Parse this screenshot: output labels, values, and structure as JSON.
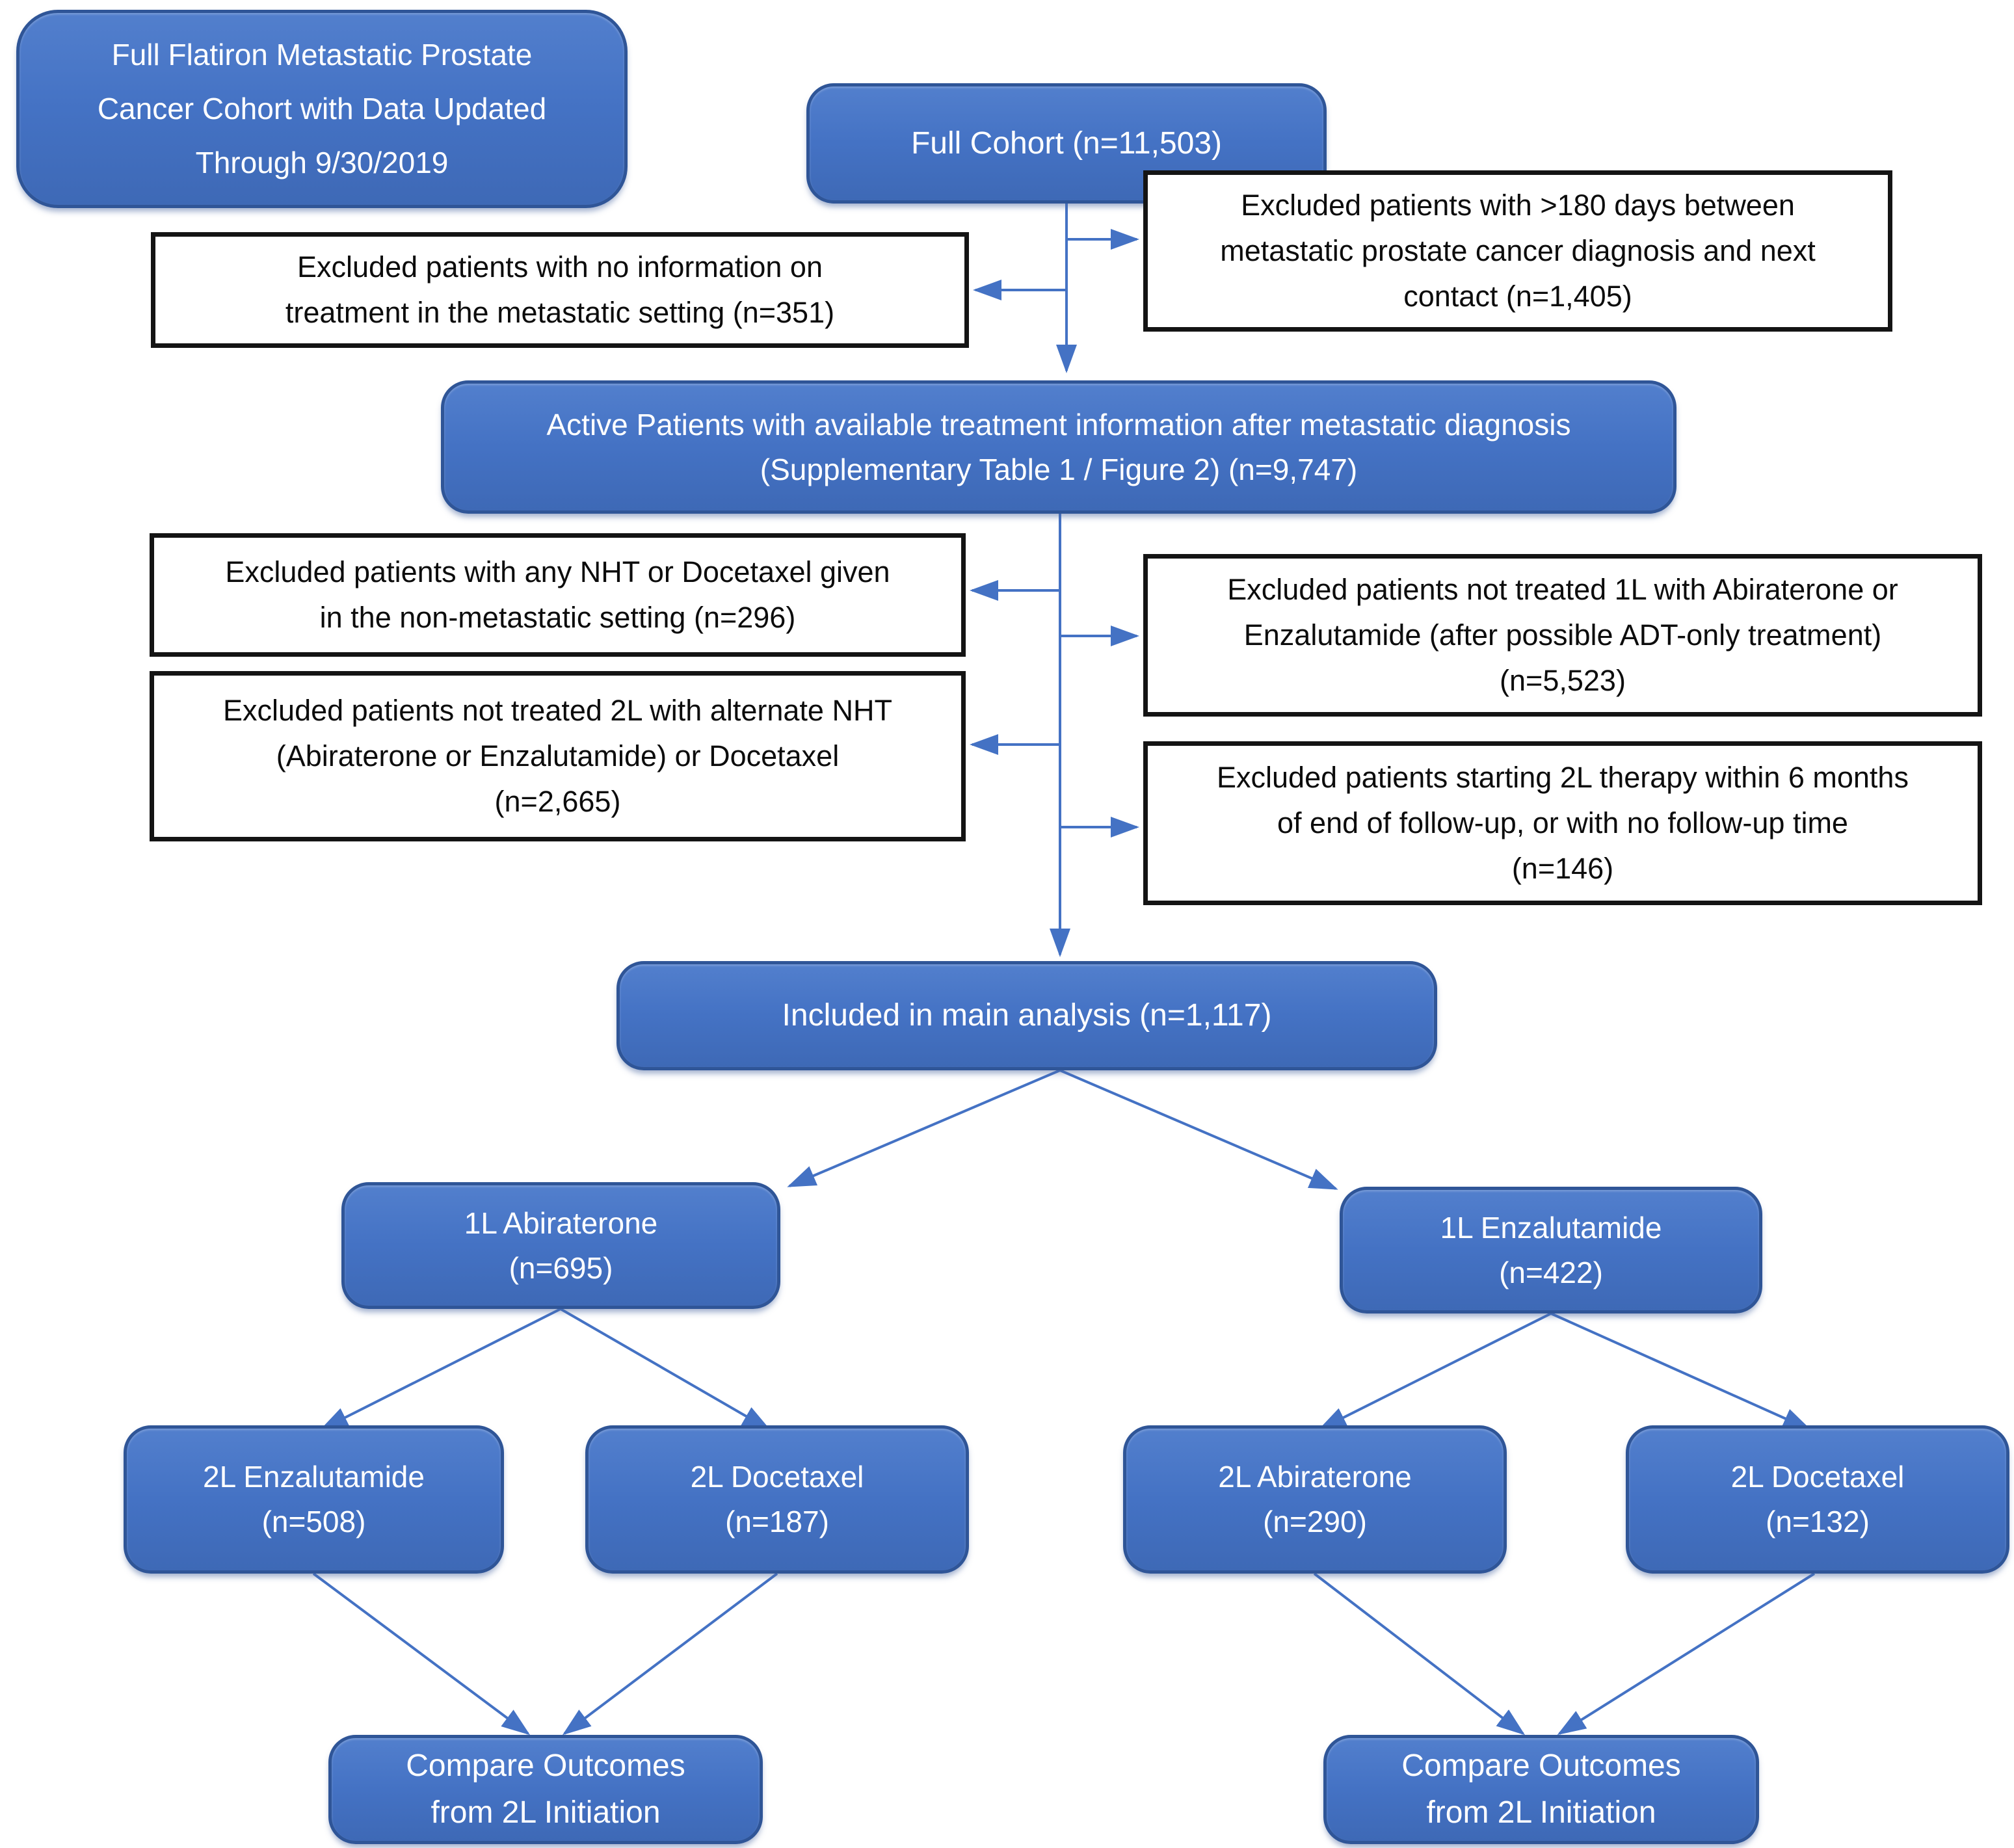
{
  "diagram": {
    "title": "Patient selection flowchart",
    "colors": {
      "node_fill": "#4472c4",
      "node_border": "#2f5597",
      "arrow": "#4472c4",
      "exclusion_border": "#141414",
      "exclusion_fill": "#ffffff",
      "text_on_blue": "#ffffff",
      "text_on_white": "#0c0c0c"
    },
    "nodes": {
      "flatiron": {
        "text": "Full Flatiron Metastatic Prostate\nCancer Cohort with Data Updated\nThrough 9/30/2019"
      },
      "full_cohort": {
        "text": "Full Cohort (n=11,503)"
      },
      "excl_180": {
        "text": "Excluded patients with >180 days between\nmetastatic prostate cancer diagnosis and next\ncontact (n=1,405)"
      },
      "excl_no_info": {
        "text": "Excluded patients with no information on\ntreatment in the metastatic setting (n=351)"
      },
      "active": {
        "text": "Active Patients with available treatment information after metastatic diagnosis\n(Supplementary Table 1 / Figure 2) (n=9,747)"
      },
      "excl_nht": {
        "text": "Excluded patients with any NHT or Docetaxel given\nin the non-metastatic setting (n=296)"
      },
      "excl_1l": {
        "text": "Excluded patients not treated 1L with Abiraterone or\nEnzalutamide (after possible ADT-only treatment)\n(n=5,523)"
      },
      "excl_2l": {
        "text": "Excluded patients not treated 2L with alternate NHT\n(Abiraterone or Enzalutamide) or Docetaxel\n(n=2,665)"
      },
      "excl_start_2l": {
        "text": "Excluded patients starting 2L therapy within 6 months\nof end of follow-up, or with no follow-up time\n(n=146)"
      },
      "included": {
        "text": "Included in main analysis (n=1,117)"
      },
      "abi_1l": {
        "text": "1L Abiraterone\n(n=695)"
      },
      "enza_1l": {
        "text": "1L Enzalutamide\n(n=422)"
      },
      "enza_2l": {
        "text": "2L Enzalutamide\n(n=508)"
      },
      "doce_2l_left": {
        "text": "2L Docetaxel\n(n=187)"
      },
      "abi_2l": {
        "text": "2L Abiraterone\n(n=290)"
      },
      "doce_2l_right": {
        "text": "2L Docetaxel\n(n=132)"
      },
      "compare_left": {
        "text": "Compare Outcomes\nfrom 2L Initiation"
      },
      "compare_right": {
        "text": "Compare Outcomes\nfrom 2L Initiation"
      }
    }
  }
}
